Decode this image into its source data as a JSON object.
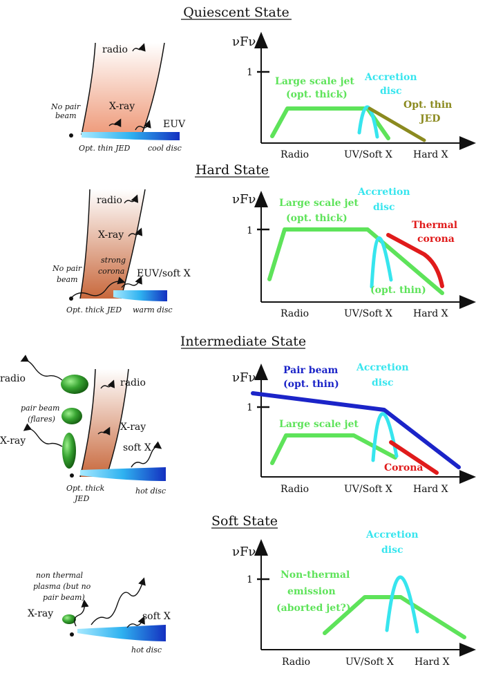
{
  "colors": {
    "jet": "#5ee35a",
    "disc": "#37e5ee",
    "edge": "#8b8a1f",
    "corona": "#e01b1b",
    "pair": "#1b24c8",
    "blob": "#2f8f2a"
  },
  "y_axis_label": "νFν",
  "y_tick": "1",
  "x_labels": [
    "Radio",
    "UV/Soft X",
    "Hard X"
  ],
  "panels": [
    {
      "title": "Quiescent State",
      "sketch": {
        "radio": "radio",
        "xray": "X-ray",
        "no_pair": "No pair",
        "beam": "beam",
        "euv": "EUV",
        "jed": "Opt. thin JED",
        "disc": "cool disc"
      },
      "plot": {
        "jet_line1": "Large scale  jet",
        "jet_line2": "(opt. thick)",
        "disc_line1": "Accretion",
        "disc_line2": "disc",
        "extra_line1": "Opt. thin",
        "extra_line2": "JED"
      }
    },
    {
      "title": "Hard State",
      "sketch": {
        "radio": "radio",
        "xray": "X-ray",
        "no_pair": "No pair",
        "beam": "beam",
        "strong": "strong",
        "corona": "corona",
        "euv": "EUV/soft X",
        "jed": "Opt. thick JED",
        "disc": "warm disc"
      },
      "plot": {
        "jet_line1": "Large scale jet",
        "jet_line2": "(opt. thick)",
        "disc_line1": "Accretion",
        "disc_line2": "disc",
        "corona_line1": "Thermal",
        "corona_line2": "corona",
        "thin": "(opt. thin)"
      }
    },
    {
      "title": "Intermediate State",
      "sketch": {
        "radio_left": "radio",
        "radio_right": "radio",
        "pair1": "pair beam",
        "pair2": "(flares)",
        "xray_left": "X-ray",
        "xray_right": "X-ray",
        "softx": "soft X",
        "jed1": "Opt. thick",
        "jed2": "JED",
        "disc": "hot disc"
      },
      "plot": {
        "pair_line1": "Pair beam",
        "pair_line2": "(opt. thin)",
        "disc_line1": "Accretion",
        "disc_line2": "disc",
        "jet": "Large scale jet",
        "corona": "Corona"
      }
    },
    {
      "title": "Soft State",
      "sketch": {
        "nt1": "non thermal",
        "nt2": "plasma (but no",
        "nt3": "pair beam)",
        "xray": "X-ray",
        "softx": "soft X",
        "disc": "hot disc"
      },
      "plot": {
        "disc_line1": "Accretion",
        "disc_line2": "disc",
        "nt_line1": "Non-thermal",
        "nt_line2": "emission",
        "nt_line3": "(aborted jet?)"
      }
    }
  ]
}
